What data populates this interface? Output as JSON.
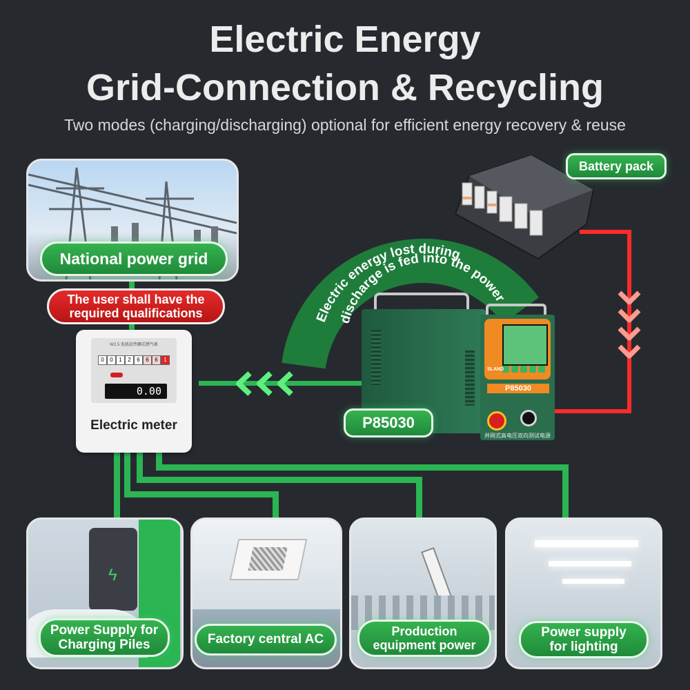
{
  "header": {
    "title_line1": "Electric Energy",
    "title_line2": "Grid-Connection & Recycling",
    "subtitle": "Two modes (charging/discharging) optional for efficient energy recovery & reuse"
  },
  "labels": {
    "national_grid": "National power grid",
    "qualification_line1": "The user shall have the",
    "qualification_line2": "required qualifications",
    "electric_meter": "Electric meter",
    "battery_pack": "Battery pack",
    "device_model": "P85030",
    "arc_line1": "Electric energy lost during",
    "arc_line2": "discharge is fed into the power grid"
  },
  "device": {
    "panel_brand": "SLAND",
    "panel_model": "P85030",
    "panel_caption": "并网式高电压双向测试电源"
  },
  "meter_display": {
    "header": "W2.5 无线远传膜式燃气表",
    "digits": [
      "0",
      "0",
      "1",
      "2",
      "6",
      "6",
      "6",
      "1"
    ],
    "reading": "0.00"
  },
  "loads": [
    {
      "line1": "Power Supply for",
      "line2": "Charging Piles"
    },
    {
      "line1": "Factory central AC",
      "line2": ""
    },
    {
      "line1": "Production",
      "line2": "equipment power"
    },
    {
      "line1": "Power supply",
      "line2": "for lighting"
    }
  ],
  "colors": {
    "background": "#262a2f",
    "accent_green": "#2bb553",
    "alert_red": "#e32b2b",
    "wire_red": "#ff2a2a"
  }
}
